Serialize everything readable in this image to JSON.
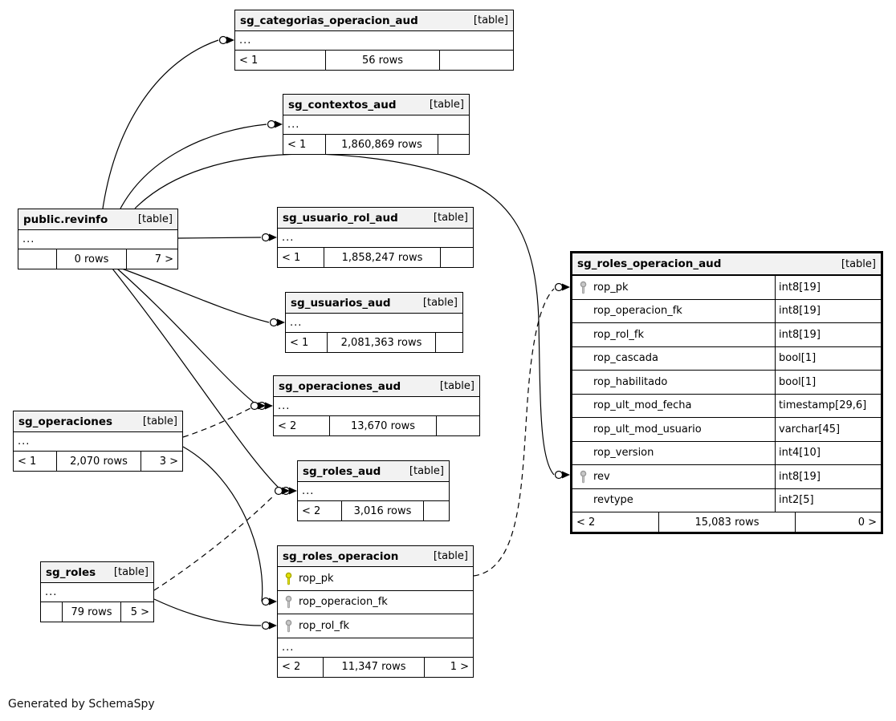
{
  "diagram": {
    "generator_note": "Generated by SchemaSpy",
    "tables": [
      {
        "id": "sg_categorias_operacion_aud",
        "name": "sg_categorias_operacion_aud",
        "tag": "[table]",
        "collapsed": "...",
        "footer": [
          "< 1",
          "56 rows",
          ""
        ]
      },
      {
        "id": "sg_contextos_aud",
        "name": "sg_contextos_aud",
        "tag": "[table]",
        "collapsed": "...",
        "footer": [
          "< 1",
          "1,860,869 rows",
          ""
        ]
      },
      {
        "id": "public_revinfo",
        "name": "public.revinfo",
        "tag": "[table]",
        "collapsed": "...",
        "footer": [
          "",
          "0 rows",
          "7 >"
        ]
      },
      {
        "id": "sg_usuario_rol_aud",
        "name": "sg_usuario_rol_aud",
        "tag": "[table]",
        "collapsed": "...",
        "footer": [
          "< 1",
          "1,858,247 rows",
          ""
        ]
      },
      {
        "id": "sg_usuarios_aud",
        "name": "sg_usuarios_aud",
        "tag": "[table]",
        "collapsed": "...",
        "footer": [
          "< 1",
          "2,081,363 rows",
          ""
        ]
      },
      {
        "id": "sg_operaciones_aud",
        "name": "sg_operaciones_aud",
        "tag": "[table]",
        "collapsed": "...",
        "footer": [
          "< 2",
          "13,670 rows",
          ""
        ]
      },
      {
        "id": "sg_operaciones",
        "name": "sg_operaciones",
        "tag": "[table]",
        "collapsed": "...",
        "footer": [
          "< 1",
          "2,070 rows",
          "3 >"
        ]
      },
      {
        "id": "sg_roles_aud",
        "name": "sg_roles_aud",
        "tag": "[table]",
        "collapsed": "...",
        "footer": [
          "< 2",
          "3,016 rows",
          ""
        ]
      },
      {
        "id": "sg_roles",
        "name": "sg_roles",
        "tag": "[table]",
        "collapsed": "...",
        "footer": [
          "",
          "79 rows",
          "5 >"
        ]
      },
      {
        "id": "sg_roles_operacion",
        "name": "sg_roles_operacion",
        "tag": "[table]",
        "columns": [
          {
            "name": "rop_pk",
            "key": "pk"
          },
          {
            "name": "rop_operacion_fk",
            "key": "fk"
          },
          {
            "name": "rop_rol_fk",
            "key": "fk"
          }
        ],
        "collapsed": "...",
        "footer": [
          "< 2",
          "11,347 rows",
          "1 >"
        ]
      },
      {
        "id": "sg_roles_operacion_aud",
        "name": "sg_roles_operacion_aud",
        "tag": "[table]",
        "emphasized": true,
        "columns": [
          {
            "name": "rop_pk",
            "type": "int8[19]",
            "key": "fk"
          },
          {
            "name": "rop_operacion_fk",
            "type": "int8[19]"
          },
          {
            "name": "rop_rol_fk",
            "type": "int8[19]"
          },
          {
            "name": "rop_cascada",
            "type": "bool[1]"
          },
          {
            "name": "rop_habilitado",
            "type": "bool[1]"
          },
          {
            "name": "rop_ult_mod_fecha",
            "type": "timestamp[29,6]"
          },
          {
            "name": "rop_ult_mod_usuario",
            "type": "varchar[45]"
          },
          {
            "name": "rop_version",
            "type": "int4[10]"
          },
          {
            "name": "rev",
            "type": "int8[19]",
            "key": "fk"
          },
          {
            "name": "revtype",
            "type": "int2[5]"
          }
        ],
        "footer": [
          "< 2",
          "15,083 rows",
          "0 >"
        ]
      }
    ],
    "edges": [
      {
        "from": "public.revinfo",
        "to": "sg_categorias_operacion_aud",
        "style": "solid"
      },
      {
        "from": "public.revinfo",
        "to": "sg_contextos_aud",
        "style": "solid"
      },
      {
        "from": "public.revinfo",
        "to": "sg_usuario_rol_aud",
        "style": "solid"
      },
      {
        "from": "public.revinfo",
        "to": "sg_usuarios_aud",
        "style": "solid"
      },
      {
        "from": "public.revinfo",
        "to": "sg_operaciones_aud",
        "style": "solid"
      },
      {
        "from": "public.revinfo",
        "to": "sg_roles_aud",
        "style": "solid"
      },
      {
        "from": "public.revinfo",
        "to": "sg_roles_operacion_aud.rev",
        "style": "solid"
      },
      {
        "from": "sg_operaciones",
        "to": "sg_operaciones_aud",
        "style": "dashed"
      },
      {
        "from": "sg_operaciones",
        "to": "sg_roles_operacion.rop_operacion_fk",
        "style": "solid"
      },
      {
        "from": "sg_roles",
        "to": "sg_roles_aud",
        "style": "dashed"
      },
      {
        "from": "sg_roles",
        "to": "sg_roles_operacion.rop_rol_fk",
        "style": "solid"
      },
      {
        "from": "sg_roles_operacion",
        "to": "sg_roles_operacion_aud.rop_pk",
        "style": "dashed"
      }
    ]
  },
  "colors": {
    "line": "#000000",
    "header_bg": "#f2f2f2",
    "pk_key_fill": "#e2e200",
    "pk_key_stroke": "#a8a800",
    "fk_key_fill": "#c8c8c8",
    "fk_key_stroke": "#9a9a9a"
  }
}
